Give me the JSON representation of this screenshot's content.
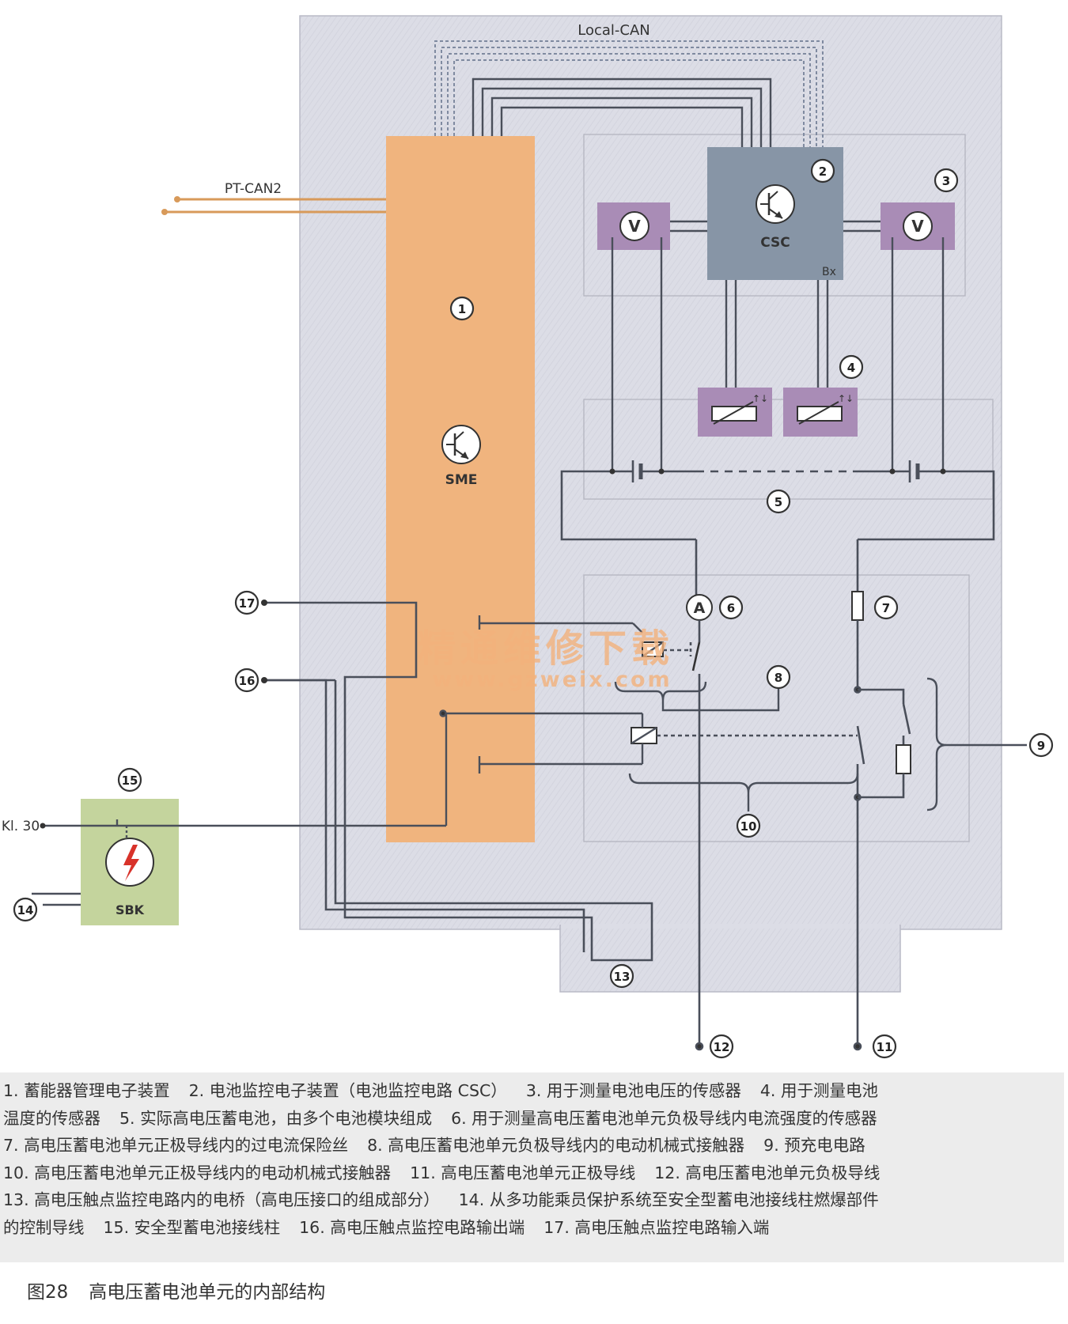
{
  "labels": {
    "local_can": "Local-CAN",
    "pt_can2": "PT-CAN2",
    "csc": "CSC",
    "bx": "Bx",
    "sme": "SME",
    "sbk": "SBK",
    "kl30": "Kl. 30",
    "voltmeter": "V",
    "ammeter": "A",
    "watermark_cn": "精通维修下载",
    "watermark_url": "www.gzweix.com"
  },
  "callouts": [
    "1",
    "2",
    "3",
    "4",
    "5",
    "6",
    "7",
    "8",
    "9",
    "10",
    "11",
    "12",
    "13",
    "14",
    "15",
    "16",
    "17"
  ],
  "legend": [
    [
      "1. 蓄能器管理电子装置",
      "2. 电池监控电子装置（电池监控电路 CSC）",
      "3. 用于测量电池电压的传感器",
      "4. 用于测量电池"
    ],
    [
      "温度的传感器",
      "5. 实际高电压蓄电池，由多个电池模块组成",
      "6. 用于测量高电压蓄电池单元负极导线内电流强度的传感器"
    ],
    [
      "7. 高电压蓄电池单元正极导线内的过电流保险丝",
      "8. 高电压蓄电池单元负极导线内的电动机械式接触器",
      "9. 预充电电路"
    ],
    [
      "10. 高电压蓄电池单元正极导线内的电动机械式接触器",
      "11. 高电压蓄电池单元正极导线",
      "12. 高电压蓄电池单元负极导线"
    ],
    [
      "13. 高电压触点监控电路内的电桥（高电压接口的组成部分）",
      "14. 从多功能乘员保护系统至安全型蓄电池接线柱燃爆部件"
    ],
    [
      "的控制导线",
      "15. 安全型蓄电池接线柱",
      "16. 高电压触点监控电路输出端",
      "17. 高电压触点监控电路输入端"
    ]
  ],
  "caption": {
    "figure": "图28",
    "title": "高电压蓄电池单元的内部结构"
  },
  "colors": {
    "housing": "#dcdde6",
    "sme": "#f0b47e",
    "csc": "#8795a6",
    "sensor": "#a98cb6",
    "sbk": "#c4d49d",
    "wire": "#4a4f5a",
    "pt_can": "#d89a5a",
    "watermark": "#f3b27c"
  }
}
